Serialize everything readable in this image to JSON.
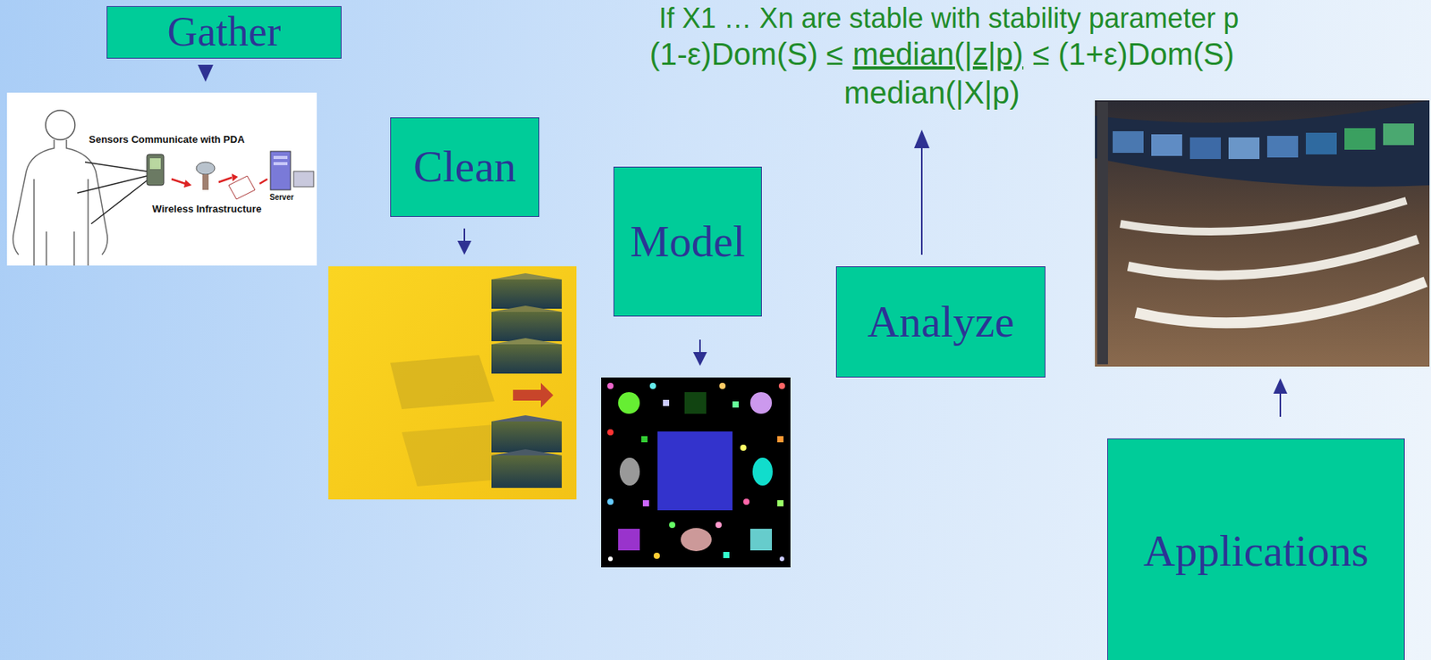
{
  "diagram": {
    "nodes": [
      {
        "text": [
          "Gather"
        ]
      },
      {
        "text": [
          "Clean"
        ]
      },
      {
        "text": [
          "Model"
        ]
      },
      {
        "text": [
          "Analyze"
        ]
      },
      {
        "text": [
          "Applications"
        ]
      }
    ],
    "labels": [
      "If X1 … Xn are stable with stability parameter p",
      "(1-ε)Dom(S) ≤",
      "median(|z|p)",
      "≤ (1+ε)Dom(S)",
      "median(|X|p)",
      "Sensors Communicate with PDA",
      "Wireless Infrastructure",
      "Server"
    ]
  }
}
